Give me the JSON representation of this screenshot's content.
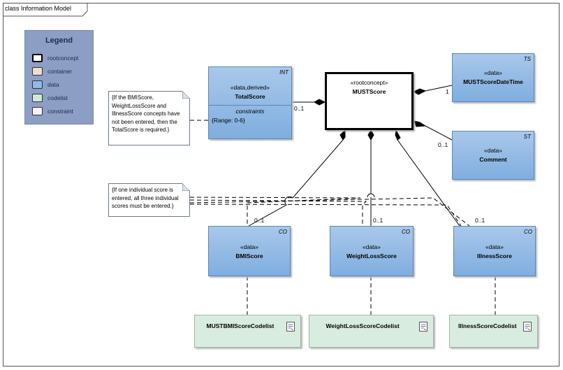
{
  "frame": {
    "title": "class Information Model"
  },
  "legend": {
    "title": "Legend",
    "items": [
      {
        "label": "rootconcept",
        "color": "#ffffff"
      },
      {
        "label": "container",
        "color": "#f2dccb"
      },
      {
        "label": "data",
        "color": "#8fb9e6"
      },
      {
        "label": "codelist",
        "color": "#cfe8d7"
      },
      {
        "label": "constraint",
        "color": "#f4f4f8"
      }
    ]
  },
  "classes": {
    "must_score": {
      "stereotype": "«rootconcept»",
      "name": "MUSTScore"
    },
    "total_score": {
      "tag": "INT",
      "stereotype": "«data,derived»",
      "name": "TotalScore",
      "section_title": "constraints",
      "constraint": "{Range: 0-6}"
    },
    "date_time": {
      "tag": "TS",
      "stereotype": "«data»",
      "name": "MUSTScoreDateTime"
    },
    "comment": {
      "tag": "ST",
      "stereotype": "«data»",
      "name": "Comment"
    },
    "bmi_score": {
      "tag": "CO",
      "stereotype": "«data»",
      "name": "BMIScore"
    },
    "weight_loss_score": {
      "tag": "CO",
      "stereotype": "«data»",
      "name": "WeightLossScore"
    },
    "illness_score": {
      "tag": "CO",
      "stereotype": "«data»",
      "name": "IllnessScore"
    }
  },
  "codelists": {
    "bmi": {
      "name": "MUSTBMIScoreCodelist"
    },
    "weight_loss": {
      "name": "WeightLossScoreCodelist"
    },
    "illness": {
      "name": "IllnessScoreCodelist"
    }
  },
  "notes": {
    "total_score_note": {
      "text": "{If the BMIScore,\nWeightLossScore and\nIllnessScore concepts have\nnot been entered, then the\nTotalScore is required.}"
    },
    "individual_score_note": {
      "text": "{If one individual score is\nentered, all three individual\nscores must be entered.}"
    }
  },
  "multiplicities": {
    "total_score": "0..1",
    "date_time": "1",
    "comment": "0..1",
    "bmi_score": "0..1",
    "weight_loss_score": "0..1",
    "illness_score": "0..1"
  }
}
